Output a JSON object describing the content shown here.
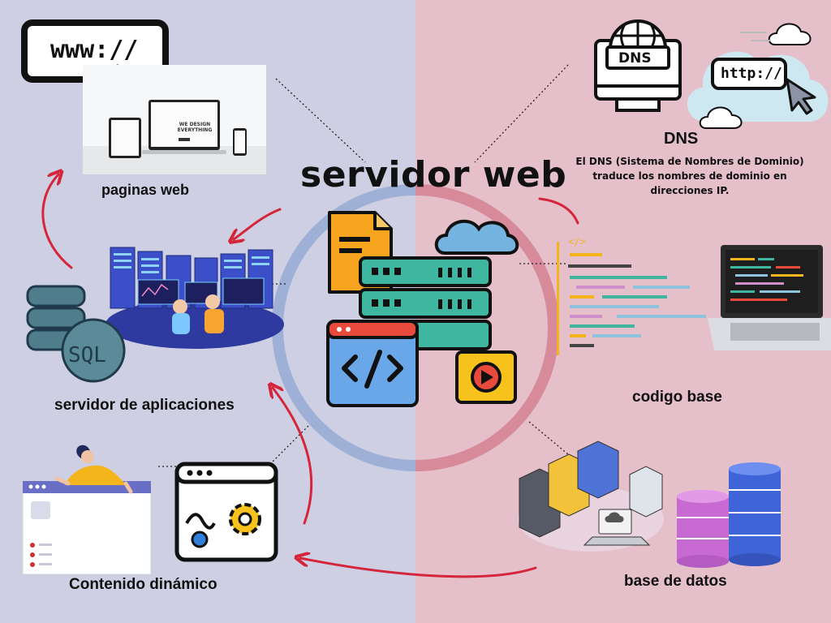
{
  "title": "servidor web",
  "nodes": {
    "paginas_web": "paginas web",
    "servidor_aplicaciones": "servidor de aplicaciones",
    "contenido_dinamico": "Contenido dinámico",
    "dns": "DNS",
    "codigo_base": "codigo base",
    "base_datos": "base de datos"
  },
  "dns_description": "El DNS (Sistema de Nombres de Dominio) traduce los nombres de dominio en direcciones IP.",
  "icons": {
    "url_box": "www://",
    "http_box": "http://",
    "dns_monitor": "DNS",
    "sql_db": "SQL",
    "mockup_text": "WE DESIGN EVERYTHING"
  },
  "colors": {
    "left_bg": "#cfcfe3",
    "right_bg": "#e5bfc9",
    "arrow": "#d5253a",
    "ring_left": "#9fb0d6",
    "ring_right": "#d78a9a",
    "server_teal": "#3fb6a0",
    "doc_orange": "#f7a51f",
    "cloud_blue": "#75b3e0"
  }
}
